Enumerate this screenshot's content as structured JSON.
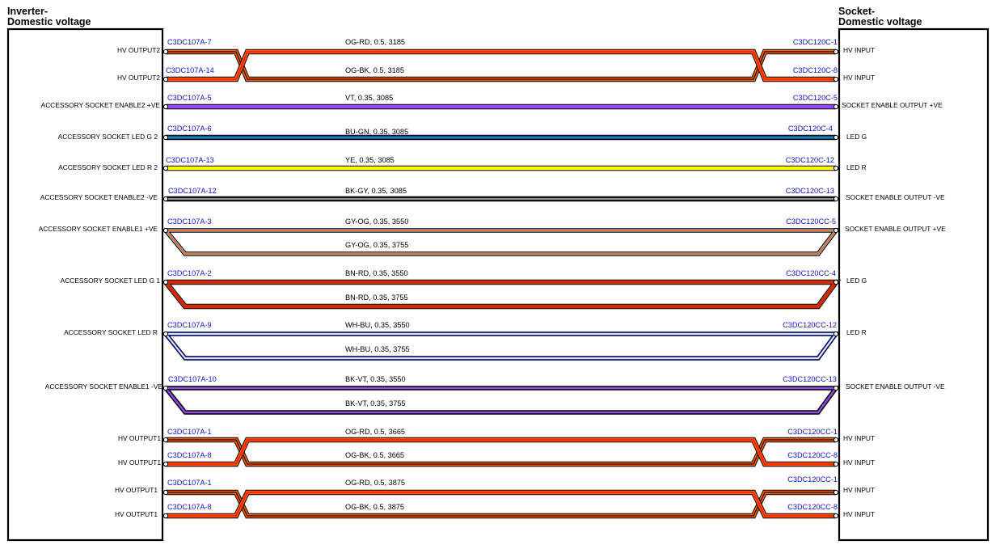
{
  "left_device": {
    "title_line1": "Inverter-",
    "title_line2": "Domestic voltage"
  },
  "right_device": {
    "title_line1": "Socket-",
    "title_line2": "Domestic voltage"
  },
  "colors": {
    "OG": "#ff5a00",
    "RD": "#ff1800",
    "BK": "#111111",
    "VT": "#9a45ff",
    "BU": "#1a2fd0",
    "GN": "#22a83a",
    "YE": "#ffff00",
    "GY": "#a8a8a8",
    "BN": "#b83500",
    "WH": "#ffffff",
    "BN-RD-core": "#dd2200"
  },
  "wires": [
    {
      "id": "w1",
      "left_pin": "HV OUTPUT2",
      "left_conn": "C3DC107A-7",
      "right_pin": "HV INPUT",
      "right_conn": "C3DC120C-1",
      "spec": "OG-RD,  0.5,  3185",
      "color_main": "OG",
      "color_stripe": "RD",
      "crossed": true
    },
    {
      "id": "w2",
      "left_pin": "HV OUTPUT2",
      "left_conn": "C3DC107A-14",
      "right_pin": "HV INPUT",
      "right_conn": "C3DC120C-8",
      "spec": "OG-BK,  0.5,  3185",
      "color_main": "OG",
      "color_stripe": "BK",
      "crossed": true
    },
    {
      "id": "w3",
      "left_pin": "ACCESSORY SOCKET ENABLE2 +VE",
      "left_conn": "C3DC107A-5",
      "right_pin": "SOCKET ENABLE OUTPUT +VE",
      "right_conn": "C3DC120C-5",
      "spec": "VT,  0.35,  3085",
      "color_main": "VT",
      "color_stripe": "VT"
    },
    {
      "id": "w4",
      "left_pin": "ACCESSORY SOCKET LED G 2",
      "left_conn": "C3DC107A-6",
      "right_pin": "LED G",
      "right_conn": "C3DC120C-4",
      "spec": "BU-GN,  0.35,  3085",
      "color_main": "BU",
      "color_stripe": "GN"
    },
    {
      "id": "w5",
      "left_pin": "ACCESSORY SOCKET LED R 2",
      "left_conn": "C3DC107A-13",
      "right_pin": "LED R",
      "right_conn": "C3DC120C-12",
      "spec": "YE,  0.35,  3085",
      "color_main": "YE",
      "color_stripe": "YE"
    },
    {
      "id": "w6",
      "left_pin": "ACCESSORY SOCKET ENABLE2 -VE",
      "left_conn": "C3DC107A-12",
      "right_pin": "SOCKET ENABLE OUTPUT -VE",
      "right_conn": "C3DC120C-13",
      "spec": "BK-GY,  0.35,  3085",
      "color_main": "BK",
      "color_stripe": "GY"
    },
    {
      "id": "w7",
      "left_pin": "ACCESSORY SOCKET ENABLE1 +VE",
      "left_conn": "C3DC107A-3",
      "right_pin": "SOCKET ENABLE OUTPUT +VE",
      "right_conn": "C3DC120CC-5",
      "spec": "GY-OG,  0.35,  3550",
      "spec2": "GY-OG,  0.35,  3755",
      "color_main": "GY",
      "color_stripe": "OG",
      "loop": true
    },
    {
      "id": "w8",
      "left_pin": "ACCESSORY SOCKET LED G 1",
      "left_conn": "C3DC107A-2",
      "right_pin": "LED G",
      "right_conn": "C3DC120CC-4",
      "spec": "BN-RD,  0.35,  3550",
      "spec2": "BN-RD,  0.35,  3755",
      "color_main": "BN",
      "color_stripe": "RD",
      "loop": true
    },
    {
      "id": "w9",
      "left_pin": "ACCESSORY SOCKET LED R",
      "left_conn": "C3DC107A-9",
      "right_pin": "LED R",
      "right_conn": "C3DC120CC-12",
      "spec": "WH-BU,  0.35,  3550",
      "spec2": "WH-BU,  0.35,  3755",
      "color_main": "BU",
      "color_stripe": "WH",
      "loop": true
    },
    {
      "id": "w10",
      "left_pin": "ACCESSORY SOCKET ENABLE1 -VE",
      "left_conn": "C3DC107A-10",
      "right_pin": "SOCKET ENABLE OUTPUT -VE",
      "right_conn": "C3DC120CC-13",
      "spec": "BK-VT,  0.35,  3550",
      "spec2": "BK-VT,  0.35,  3755",
      "color_main": "BK",
      "color_stripe": "VT",
      "loop": true
    },
    {
      "id": "w11",
      "left_pin": "HV OUTPUT1",
      "left_conn": "C3DC107A-1",
      "right_pin": "HV INPUT",
      "right_conn": "C3DC120CC-1",
      "spec": "OG-RD,  0.5,  3665",
      "color_main": "OG",
      "color_stripe": "RD",
      "crossed": true
    },
    {
      "id": "w12",
      "left_pin": "HV OUTPUT1",
      "left_conn": "C3DC107A-8",
      "right_pin": "HV INPUT",
      "right_conn": "C3DC120CC-8",
      "spec": "OG-BK,  0.5,  3665",
      "color_main": "OG",
      "color_stripe": "BK",
      "crossed": true
    },
    {
      "id": "w13",
      "left_pin": "HV OUTPUT1",
      "left_conn": "C3DC107A-1",
      "right_pin": "HV INPUT",
      "right_conn": "C3DC120CC-1",
      "spec": "OG-RD,  0.5,  3875",
      "color_main": "OG",
      "color_stripe": "RD",
      "crossed": true
    },
    {
      "id": "w14",
      "left_pin": "HV OUTPUT1",
      "left_conn": "C3DC107A-8",
      "right_pin": "HV INPUT",
      "right_conn": "C3DC120CC-8",
      "spec": "OG-BK,  0.5,  3875",
      "color_main": "OG",
      "color_stripe": "BK",
      "crossed": true
    }
  ]
}
